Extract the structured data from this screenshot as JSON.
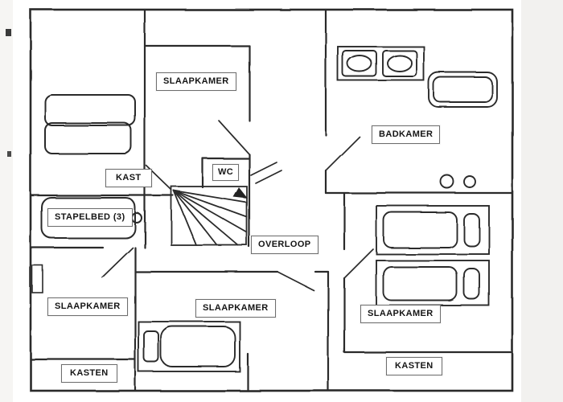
{
  "colors": {
    "ink": "#2b2b2b",
    "paper": "#ffffff"
  },
  "labels": {
    "slaapkamer_top": "SLAAPKAMER",
    "badkamer": "BADKAMER",
    "kast": "KAST",
    "wc": "WC",
    "stapelbed": "STAPELBED (3)",
    "overloop": "OVERLOOP",
    "slaapkamer_left": "SLAAPKAMER",
    "slaapkamer_center": "SLAAPKAMER",
    "slaapkamer_right": "SLAAPKAMER",
    "kasten_left": "KASTEN",
    "kasten_right": "KASTEN"
  }
}
